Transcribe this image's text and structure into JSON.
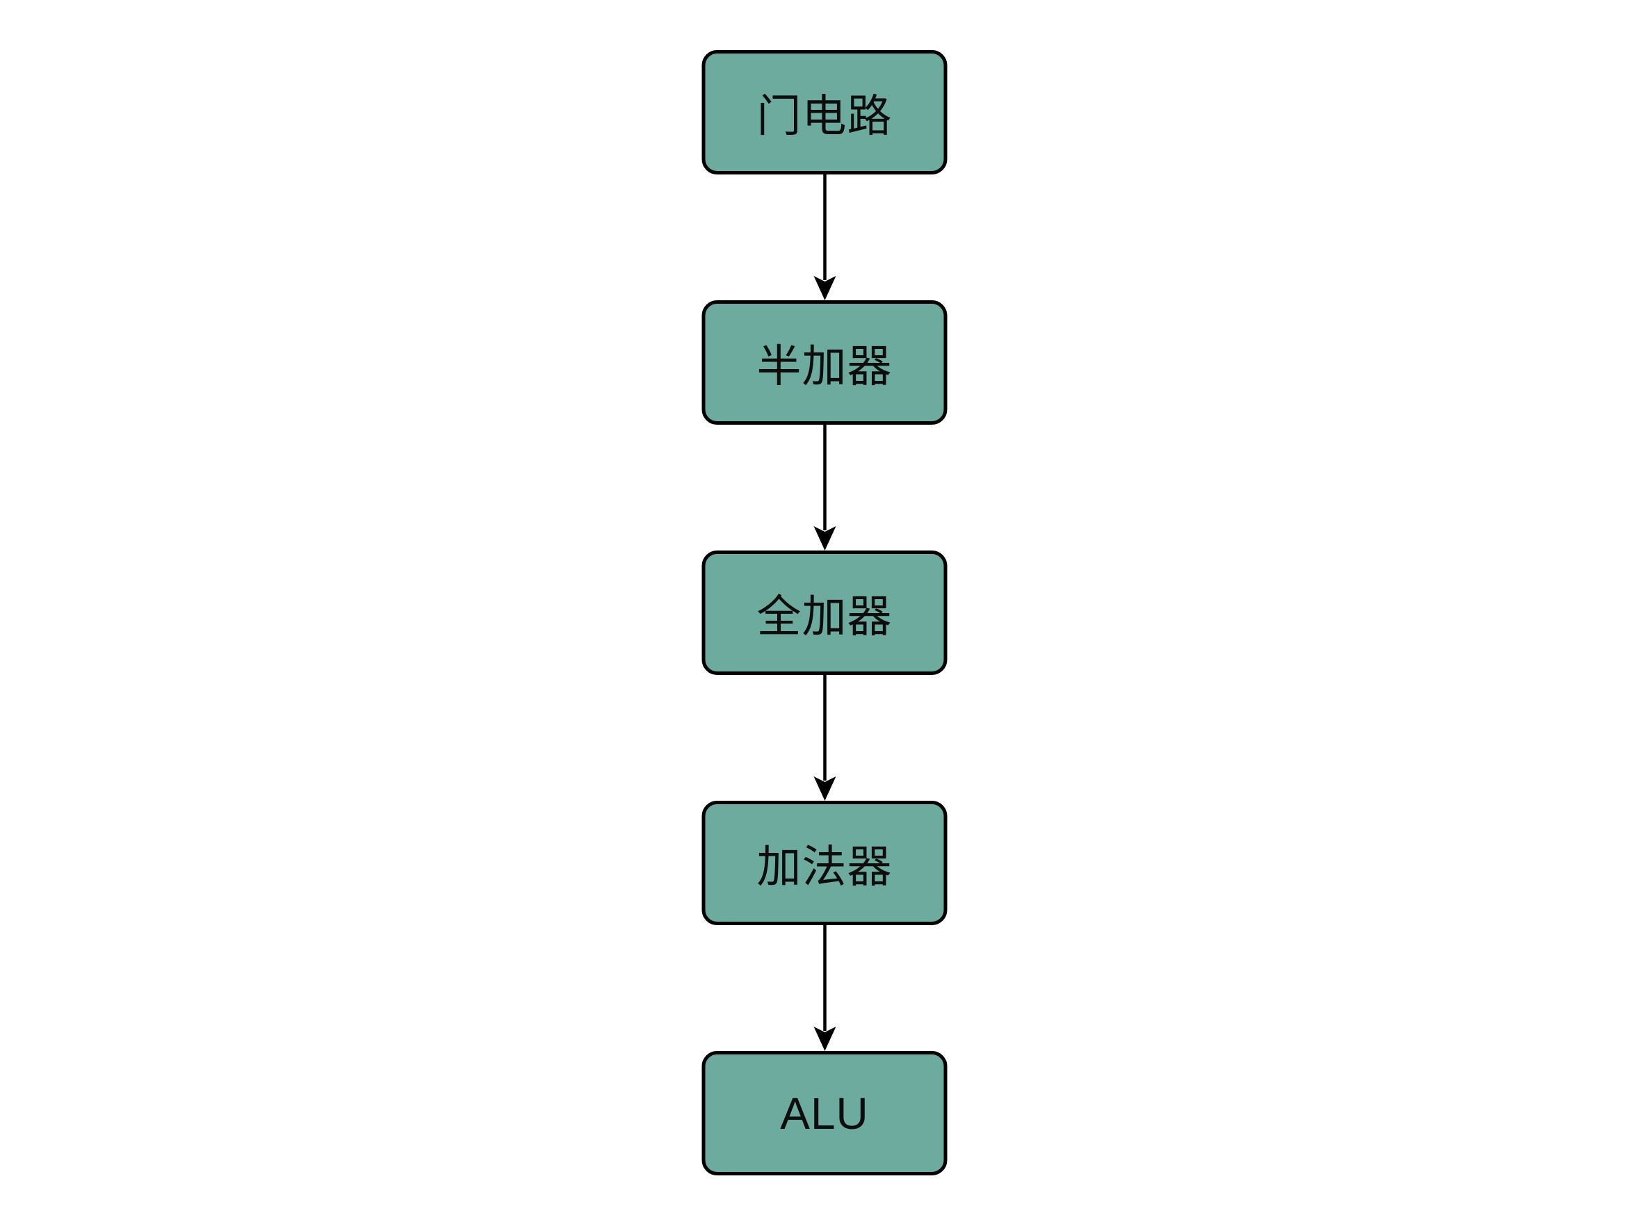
{
  "flowchart": {
    "type": "flowchart",
    "direction": "top-down",
    "background": "#ffffff",
    "node_style": {
      "fill": "#6dab9e",
      "border_color": "#000000",
      "text_color": "#0d0d0d"
    },
    "arrow_color": "#000000",
    "nodes": [
      {
        "label": "门电路"
      },
      {
        "label": "半加器"
      },
      {
        "label": "全加器"
      },
      {
        "label": "加法器"
      },
      {
        "label": "ALU"
      }
    ],
    "edges": [
      {
        "from": "门电路",
        "to": "半加器"
      },
      {
        "from": "半加器",
        "to": "全加器"
      },
      {
        "from": "全加器",
        "to": "加法器"
      },
      {
        "from": "加法器",
        "to": "ALU"
      }
    ]
  }
}
